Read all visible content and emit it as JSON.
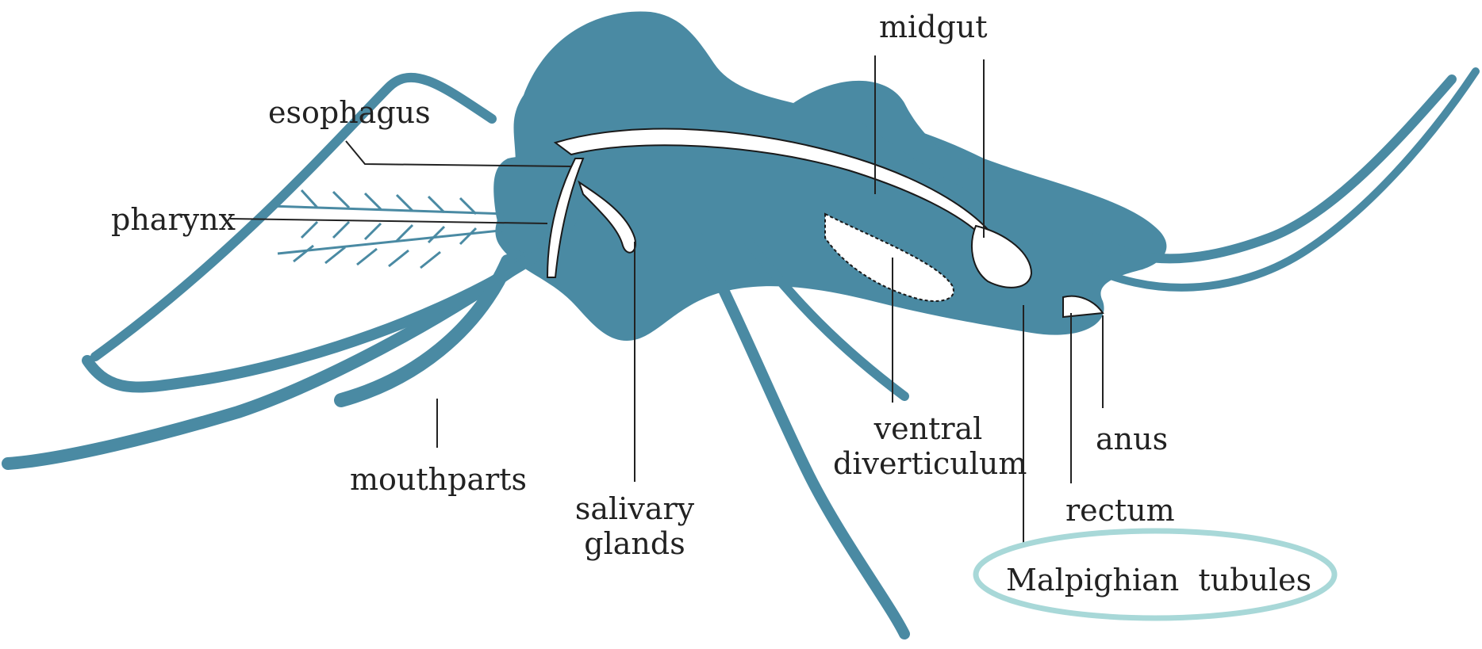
{
  "colors": {
    "body": "#4a8aa3",
    "outline": "#1a1a1a",
    "gut_fill": "#ffffff",
    "highlight": "#a8d8d8"
  },
  "labels": {
    "midgut": "midgut",
    "esophagus": "esophagus",
    "pharynx": "pharynx",
    "mouthparts": "mouthparts",
    "salivary_glands_line1": "salivary",
    "salivary_glands_line2": "glands",
    "ventral_diverticulum_line1": "ventral",
    "ventral_diverticulum_line2": "diverticulum",
    "anus": "anus",
    "rectum": "rectum",
    "malpighian_tubules": "Malpighian  tubules"
  }
}
